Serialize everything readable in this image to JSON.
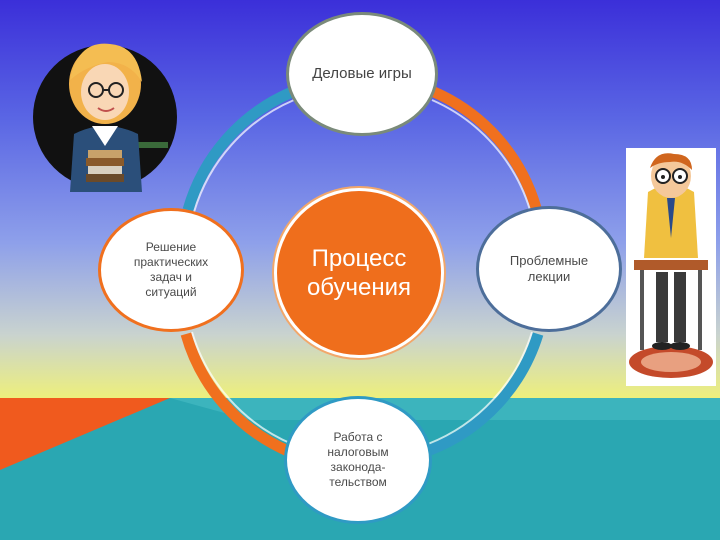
{
  "diagram": {
    "center": "Процесс обучения",
    "top": "Деловые игры",
    "left": "Решение практических задач и ситуаций",
    "right": "Проблемные лекции",
    "bottom": "Работа с налоговым законода-тельством"
  },
  "colors": {
    "ring_blue": "#2f9ac4",
    "ring_orange": "#f0701e",
    "center_fill": "#ef6e1c",
    "floor_teal": "#2aa7b2",
    "floor_orange": "#f05a1e"
  },
  "icons": {
    "teacher": "teacher-with-books-illustration",
    "student": "student-at-desk-illustration"
  }
}
